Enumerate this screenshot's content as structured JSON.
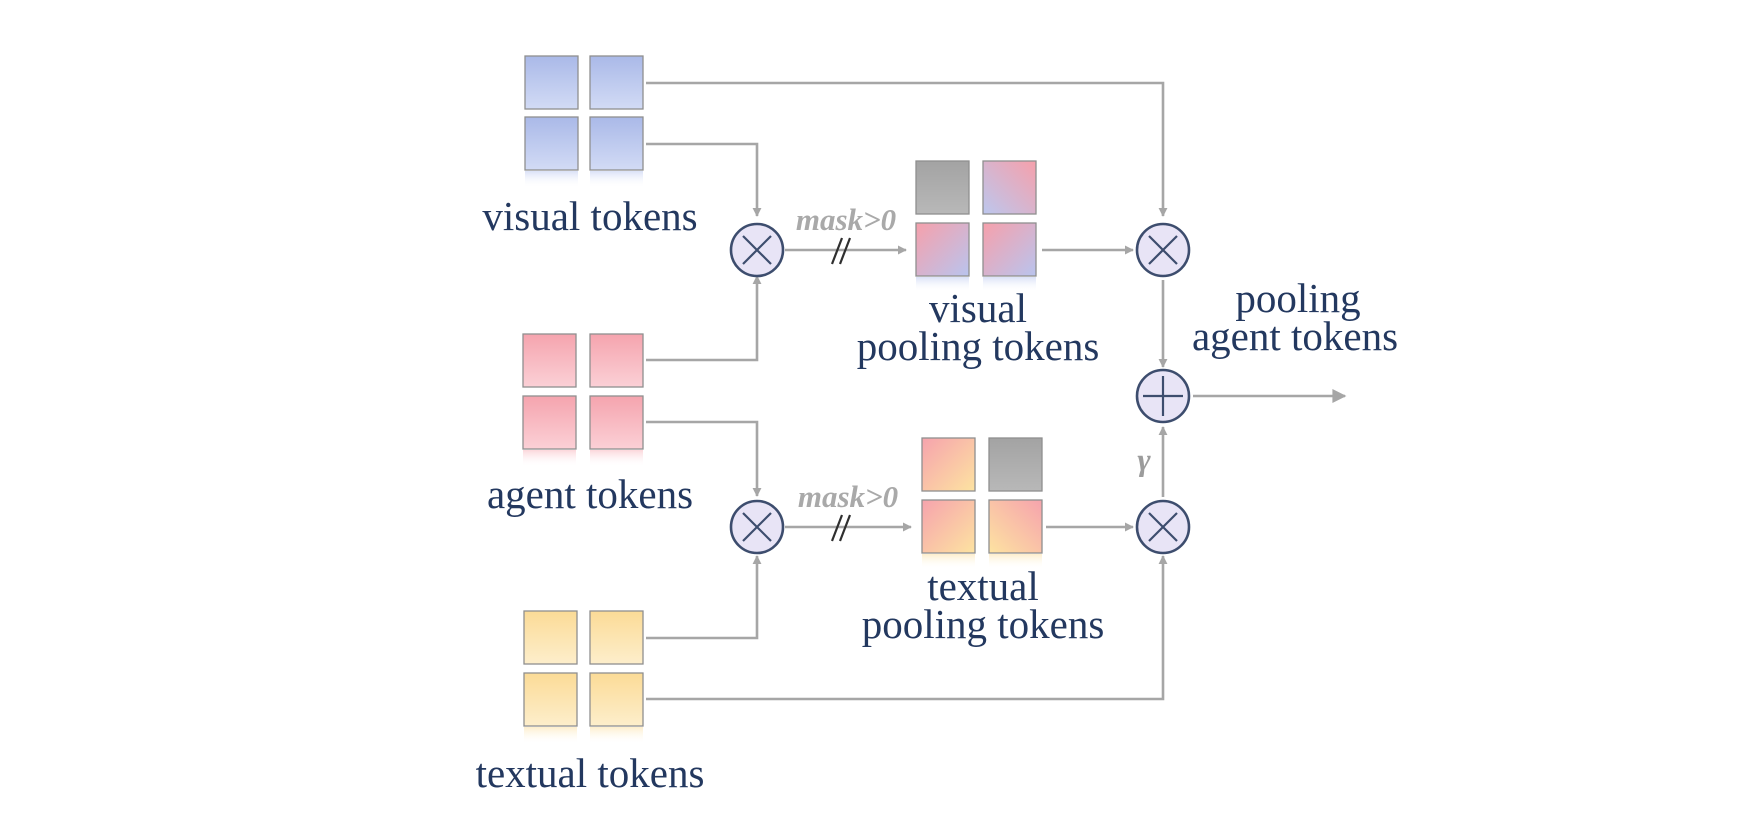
{
  "labels": {
    "visual_tokens": "visual tokens",
    "agent_tokens": "agent tokens",
    "textual_tokens": "textual tokens",
    "visual_pooling_line1": "visual",
    "visual_pooling_line2": "pooling tokens",
    "textual_pooling_line1": "textual",
    "textual_pooling_line2": "pooling tokens",
    "pooling_agent_line1": "pooling",
    "pooling_agent_line2": "agent tokens",
    "mask_top": "mask>0",
    "mask_bottom": "mask>0",
    "gamma": "γ"
  },
  "colors": {
    "visual": "#b5c3ec",
    "agent": "#f6a9b3",
    "textual": "#fbdf9c",
    "masked": "#a6a6a6",
    "label_text": "#23385f",
    "arrow": "#a6a6a6",
    "operator_fill": "#e8e4f6"
  },
  "icons": {
    "multiply": "multiply-operator-icon",
    "add": "add-operator-icon",
    "stop_gradient": "double-slash-icon"
  }
}
